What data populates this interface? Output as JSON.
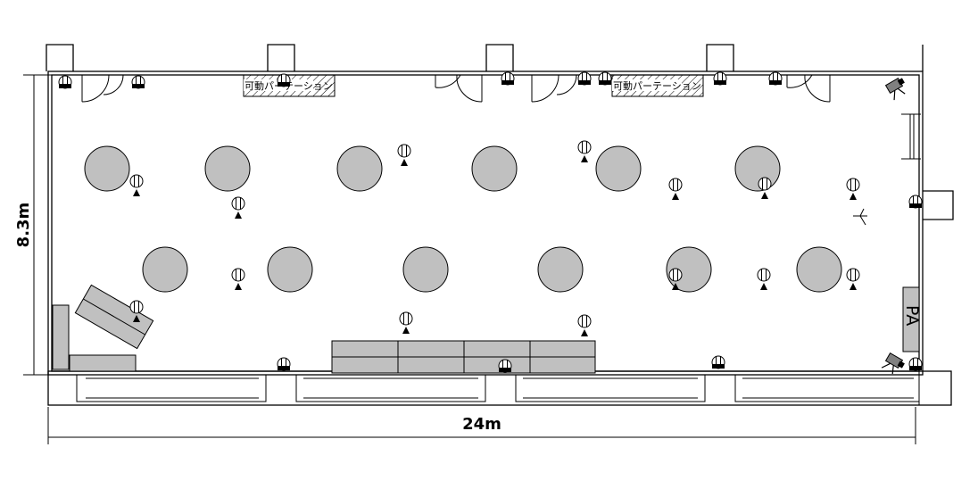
{
  "labels": {
    "width_dimension": "24m",
    "height_dimension": "8.3m",
    "partition_label": "可動パーテーション",
    "pa_label": "PA"
  },
  "icons": [
    "round-table-icon",
    "speaker-icon",
    "microphone-icon",
    "camera-icon",
    "door-icon",
    "stage-platform-icon"
  ],
  "colors": {
    "table_fill": "#c0c0c0",
    "wall": "#000000",
    "background": "#ffffff"
  },
  "counts": {
    "round_tables": 12
  }
}
